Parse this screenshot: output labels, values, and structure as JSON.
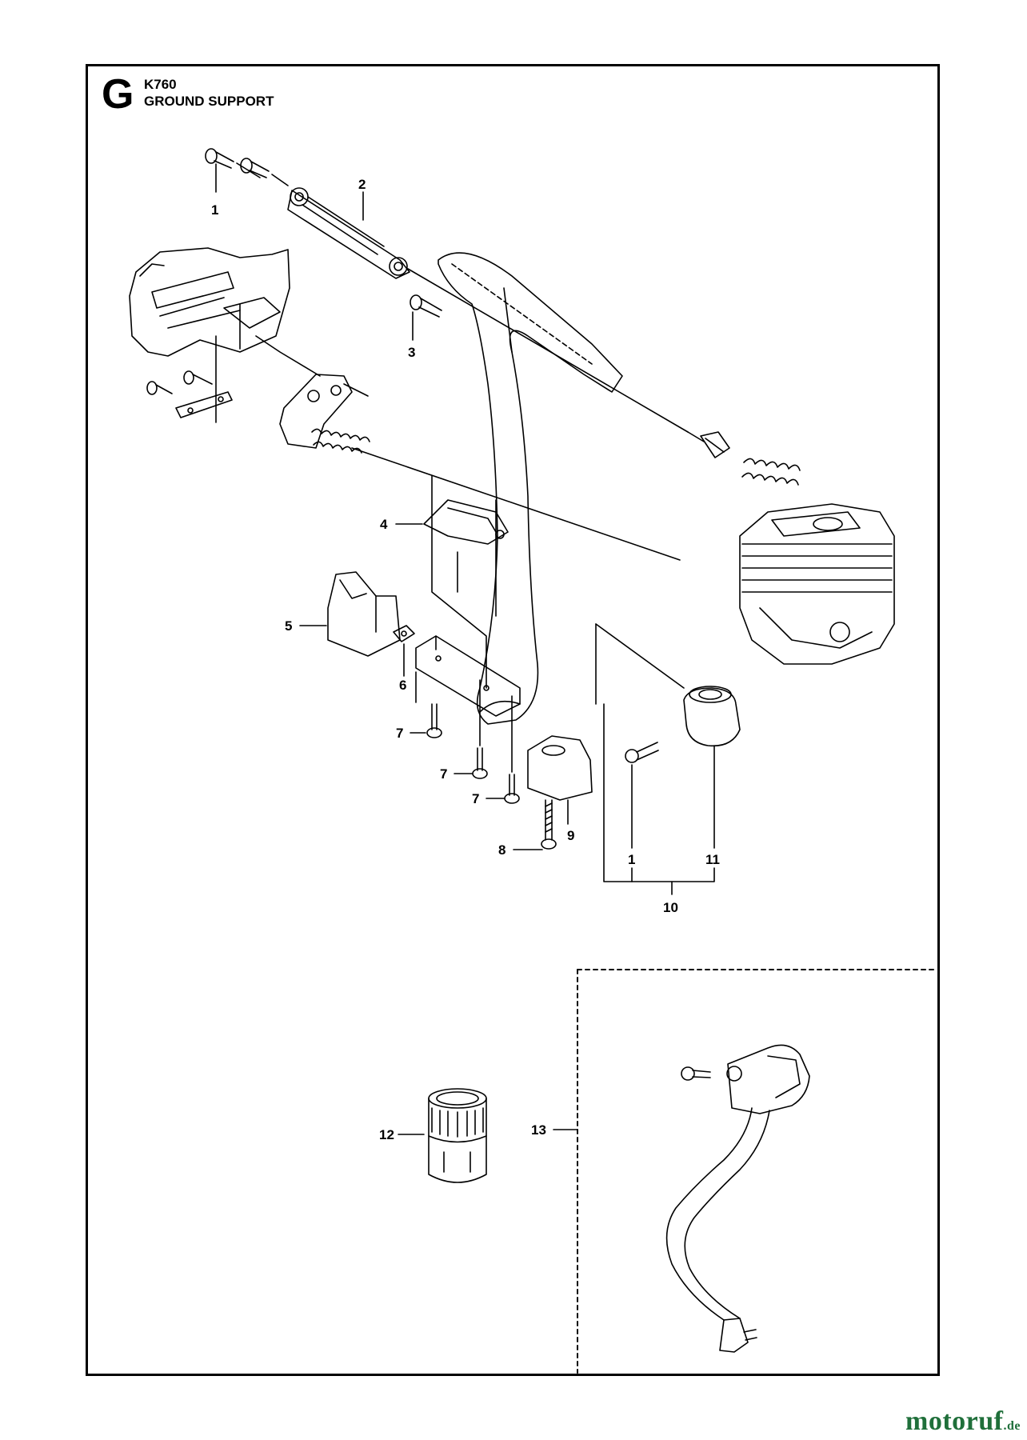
{
  "header": {
    "section_letter": "G",
    "model": "K760",
    "title": "GROUND SUPPORT"
  },
  "callouts": [
    "1",
    "2",
    "3",
    "4",
    "5",
    "6",
    "7",
    "7",
    "7",
    "8",
    "9",
    "1",
    "11",
    "10",
    "12",
    "13"
  ],
  "watermark": {
    "name": "motoruf",
    "tld": ".de",
    "color": "#1f6f3a"
  }
}
